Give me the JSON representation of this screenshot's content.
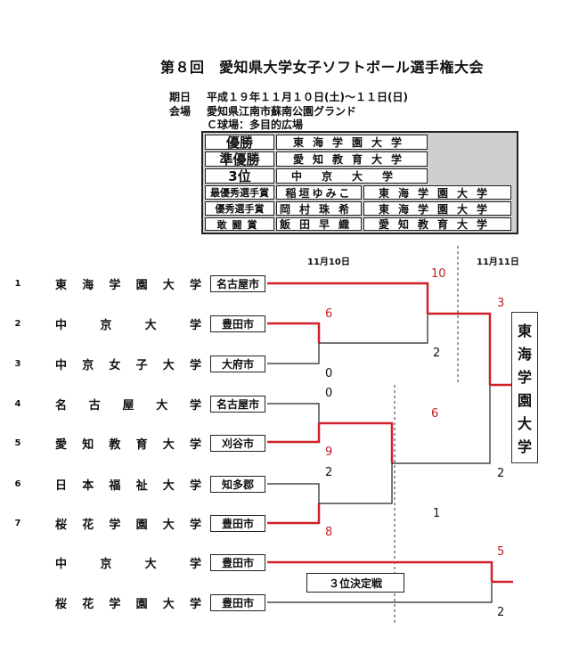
{
  "title": "第８回　愛知県大学女子ソフトボール選手権大会",
  "info": {
    "date_label": "期日",
    "date_value": "平成１９年１１月１０日(土)～１１日(日)",
    "venue_label": "会場",
    "venue_value": "愛知県江南市蘇南公園グランド",
    "field_value": "Ｃ球場：多目的広場"
  },
  "results": {
    "rows": [
      {
        "award": "優勝",
        "team": "東海学園大学"
      },
      {
        "award": "準優勝",
        "team": "愛知教育大学"
      },
      {
        "award": "3位",
        "team": "中京大学"
      }
    ],
    "awards": [
      {
        "award": "最優秀選手賞",
        "player": "稲垣ゆみこ",
        "team": "東海学園大学"
      },
      {
        "award": "優秀選手賞",
        "player": "岡村珠希",
        "team": "東海学園大学"
      },
      {
        "award": "敢闘賞",
        "player": "飯田早織",
        "team": "愛知教育大学"
      }
    ]
  },
  "dates": {
    "day1": "11月10日",
    "day2": "11月11日"
  },
  "teams": [
    {
      "num": "1",
      "name": "東海学園大学",
      "city": "名古屋市"
    },
    {
      "num": "2",
      "name": "中京大学",
      "city": "豊田市"
    },
    {
      "num": "3",
      "name": "中京女子大学",
      "city": "大府市"
    },
    {
      "num": "4",
      "name": "名古屋大学",
      "city": "名古屋市"
    },
    {
      "num": "5",
      "name": "愛知教育大学",
      "city": "刈谷市"
    },
    {
      "num": "6",
      "name": "日本福祉大学",
      "city": "知多郡"
    },
    {
      "num": "7",
      "name": "桜花学園大学",
      "city": "豊田市"
    },
    {
      "num": "",
      "name": "中京大学",
      "city": "豊田市"
    },
    {
      "num": "",
      "name": "桜花学園大学",
      "city": "豊田市"
    }
  ],
  "scores": {
    "r1_2": "6",
    "r1_3": "0",
    "r1_4": "0",
    "r1_5": "9",
    "r1_6": "2",
    "r1_7": "8",
    "r2_1": "10",
    "r2_23": "2",
    "r2_45": "6",
    "r2_67": "1",
    "final_top": "3",
    "final_bottom": "2",
    "third_top": "5",
    "third_bottom": "2"
  },
  "champion_chars": [
    "東",
    "海",
    "学",
    "園",
    "大",
    "学"
  ],
  "third_place_label": "３位決定戦",
  "colors": {
    "winner_line": "#d0202a",
    "line": "#222222"
  }
}
